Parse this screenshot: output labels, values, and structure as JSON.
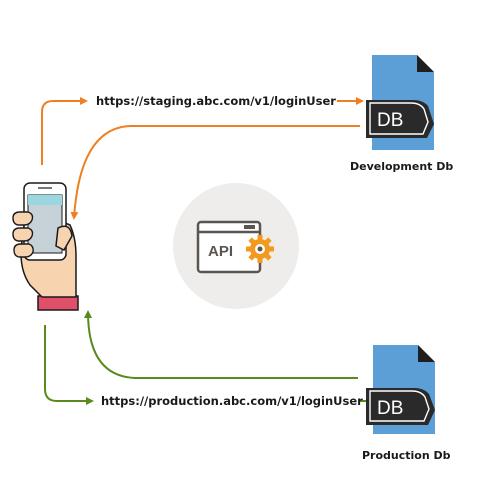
{
  "diagram": {
    "staging_url": "https://staging.abc.com/v1/loginUser",
    "production_url": "https://production.abc.com/v1/loginUser",
    "development_db_label": "Development Db",
    "production_db_label": "Production Db",
    "api_label": "API",
    "db_icon_text": "DB",
    "colors": {
      "staging_arrow": "#f07f22",
      "production_arrow": "#5a8a1e",
      "db_file": "#5b9fd6",
      "db_badge": "#2a2a2a",
      "api_circle": "#efedeb",
      "gear": "#f39a1e"
    }
  }
}
